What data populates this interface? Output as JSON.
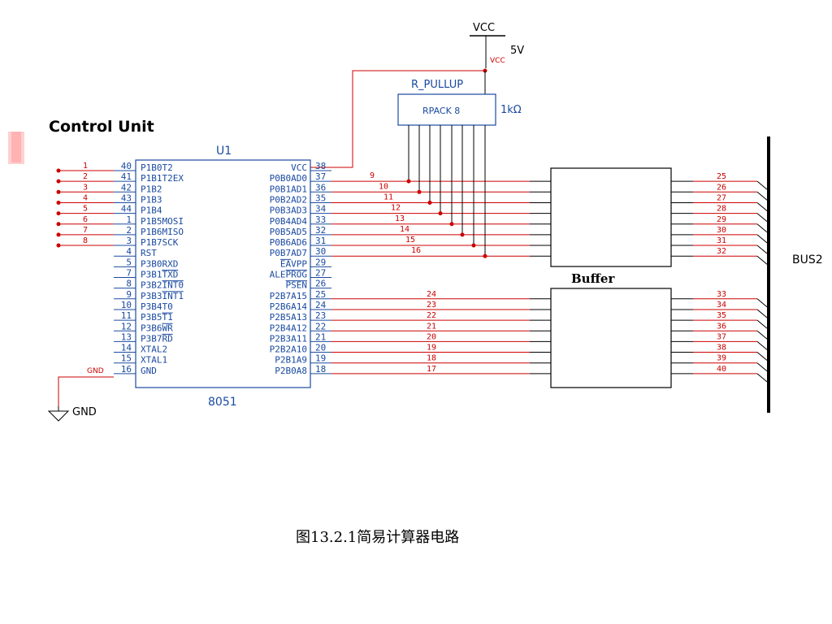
{
  "title": "Control Unit",
  "caption": "图13.2.1简易计算器电路",
  "power": {
    "label": "VCC",
    "voltage": "5V",
    "net": "VCC"
  },
  "pullup": {
    "name": "R_PULLUP",
    "part": "RPACK 8",
    "value": "1kΩ"
  },
  "mcu": {
    "ref": "U1",
    "part": "8051"
  },
  "buffer": {
    "label": "Buffer"
  },
  "bus": {
    "label": "BUS2"
  },
  "ground": {
    "label": "GND",
    "net": "GND"
  },
  "left_pins": [
    {
      "pin": "40",
      "name": "P1B0T2",
      "net": "1"
    },
    {
      "pin": "41",
      "name": "P1B1T2EX",
      "net": "2"
    },
    {
      "pin": "42",
      "name": "P1B2",
      "net": "3"
    },
    {
      "pin": "43",
      "name": "P1B3",
      "net": "4"
    },
    {
      "pin": "44",
      "name": "P1B4",
      "net": "5"
    },
    {
      "pin": "1",
      "name": "P1B5MOSI",
      "net": "6"
    },
    {
      "pin": "2",
      "name": "P1B6MISO",
      "net": "7"
    },
    {
      "pin": "3",
      "name": "P1B7SCK",
      "net": "8"
    },
    {
      "pin": "4",
      "name": "RST",
      "net": ""
    },
    {
      "pin": "5",
      "name": "P3B0RXD",
      "net": ""
    },
    {
      "pin": "7",
      "name": "P3B1TXD",
      "net": ""
    },
    {
      "pin": "8",
      "name": "P3B2INT0",
      "net": ""
    },
    {
      "pin": "9",
      "name": "P3B3INT1",
      "net": ""
    },
    {
      "pin": "10",
      "name": "P3B4T0",
      "net": ""
    },
    {
      "pin": "11",
      "name": "P3B5T1",
      "net": ""
    },
    {
      "pin": "12",
      "name": "P3B6WR",
      "net": ""
    },
    {
      "pin": "13",
      "name": "P3B7RD",
      "net": ""
    },
    {
      "pin": "14",
      "name": "XTAL2",
      "net": ""
    },
    {
      "pin": "15",
      "name": "XTAL1",
      "net": ""
    },
    {
      "pin": "16",
      "name": "GND",
      "net": "GND"
    }
  ],
  "right_pins": [
    {
      "pin": "38",
      "name": "VCC",
      "net": ""
    },
    {
      "pin": "37",
      "name": "P0B0AD0",
      "net": "9"
    },
    {
      "pin": "36",
      "name": "P0B1AD1",
      "net": "10"
    },
    {
      "pin": "35",
      "name": "P0B2AD2",
      "net": "11"
    },
    {
      "pin": "34",
      "name": "P0B3AD3",
      "net": "12"
    },
    {
      "pin": "33",
      "name": "P0B4AD4",
      "net": "13"
    },
    {
      "pin": "32",
      "name": "P0B5AD5",
      "net": "14"
    },
    {
      "pin": "31",
      "name": "P0B6AD6",
      "net": "15"
    },
    {
      "pin": "30",
      "name": "P0B7AD7",
      "net": "16"
    },
    {
      "pin": "29",
      "name": "EAVPP",
      "net": ""
    },
    {
      "pin": "27",
      "name": "ALEPROG",
      "net": ""
    },
    {
      "pin": "26",
      "name": "PSEN",
      "net": ""
    },
    {
      "pin": "25",
      "name": "P2B7A15",
      "net": "24"
    },
    {
      "pin": "24",
      "name": "P2B6A14",
      "net": "23"
    },
    {
      "pin": "23",
      "name": "P2B5A13",
      "net": "22"
    },
    {
      "pin": "22",
      "name": "P2B4A12",
      "net": "21"
    },
    {
      "pin": "21",
      "name": "P2B3A11",
      "net": "20"
    },
    {
      "pin": "20",
      "name": "P2B2A10",
      "net": "19"
    },
    {
      "pin": "19",
      "name": "P2B1A9",
      "net": "18"
    },
    {
      "pin": "18",
      "name": "P2B0A8",
      "net": "17"
    }
  ],
  "bus_nets_top": [
    "25",
    "26",
    "27",
    "28",
    "29",
    "30",
    "31",
    "32"
  ],
  "bus_nets_bottom": [
    "33",
    "34",
    "35",
    "36",
    "37",
    "38",
    "39",
    "40"
  ],
  "colors": {
    "wire": "#cc0000",
    "line": "#000000",
    "accent": "#ffb3b3"
  }
}
